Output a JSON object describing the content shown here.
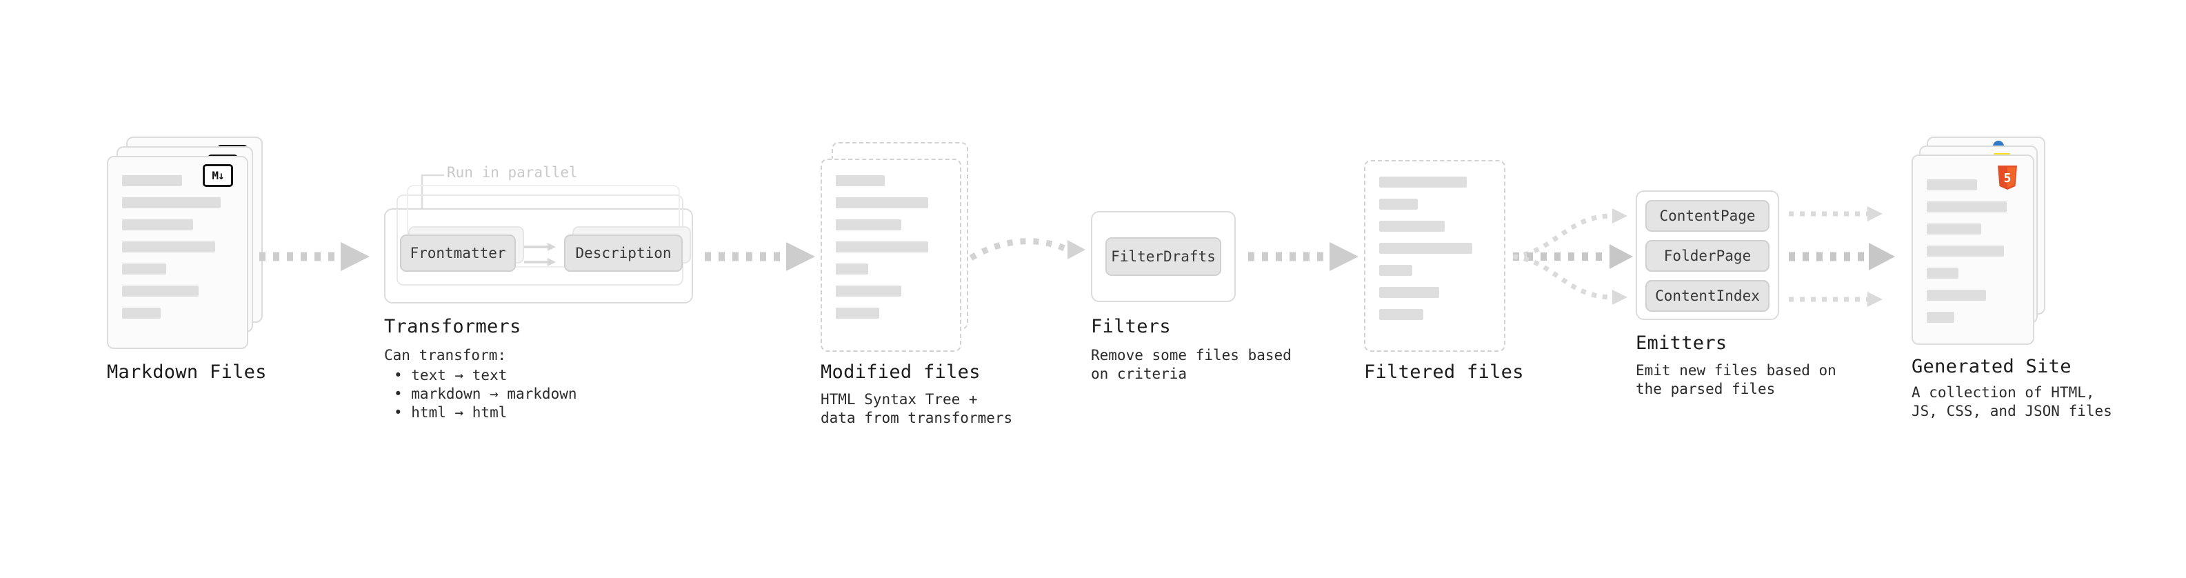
{
  "markdown_files": {
    "title": "Markdown Files",
    "icon_glyph": "M↓"
  },
  "transformers": {
    "title": "Transformers",
    "annotation": "Run in parallel",
    "plugin1": "Frontmatter",
    "plugin2": "Description",
    "caption_title": "Can transform:",
    "items": [
      "• text → text",
      "• markdown → markdown",
      "• html → html"
    ]
  },
  "modified_files": {
    "title": "Modified files",
    "caption": "HTML Syntax Tree +\ndata from transformers"
  },
  "filters": {
    "title": "Filters",
    "plugin": "FilterDrafts",
    "caption": "Remove some files based\non criteria"
  },
  "filtered_files": {
    "title": "Filtered files"
  },
  "emitters": {
    "title": "Emitters",
    "plugin1": "ContentPage",
    "plugin2": "FolderPage",
    "plugin3": "ContentIndex",
    "caption": "Emit new files based on\nthe parsed files"
  },
  "generated_site": {
    "title": "Generated Site",
    "caption": "A collection of HTML,\nJS, CSS, and JSON files",
    "html5_glyph": "5"
  },
  "colors": {
    "arrow_light": "#dadada",
    "arrow": "#cdcdcd",
    "arrow_dark": "#c7c7c7",
    "card_border": "#dcdcdc",
    "text_bar": "#dedede",
    "plugin_bg": "#e4e4e4",
    "html5_orange": "#e44d26",
    "js_yellow": "#f7df1e",
    "ts_blue": "#3178c6"
  }
}
